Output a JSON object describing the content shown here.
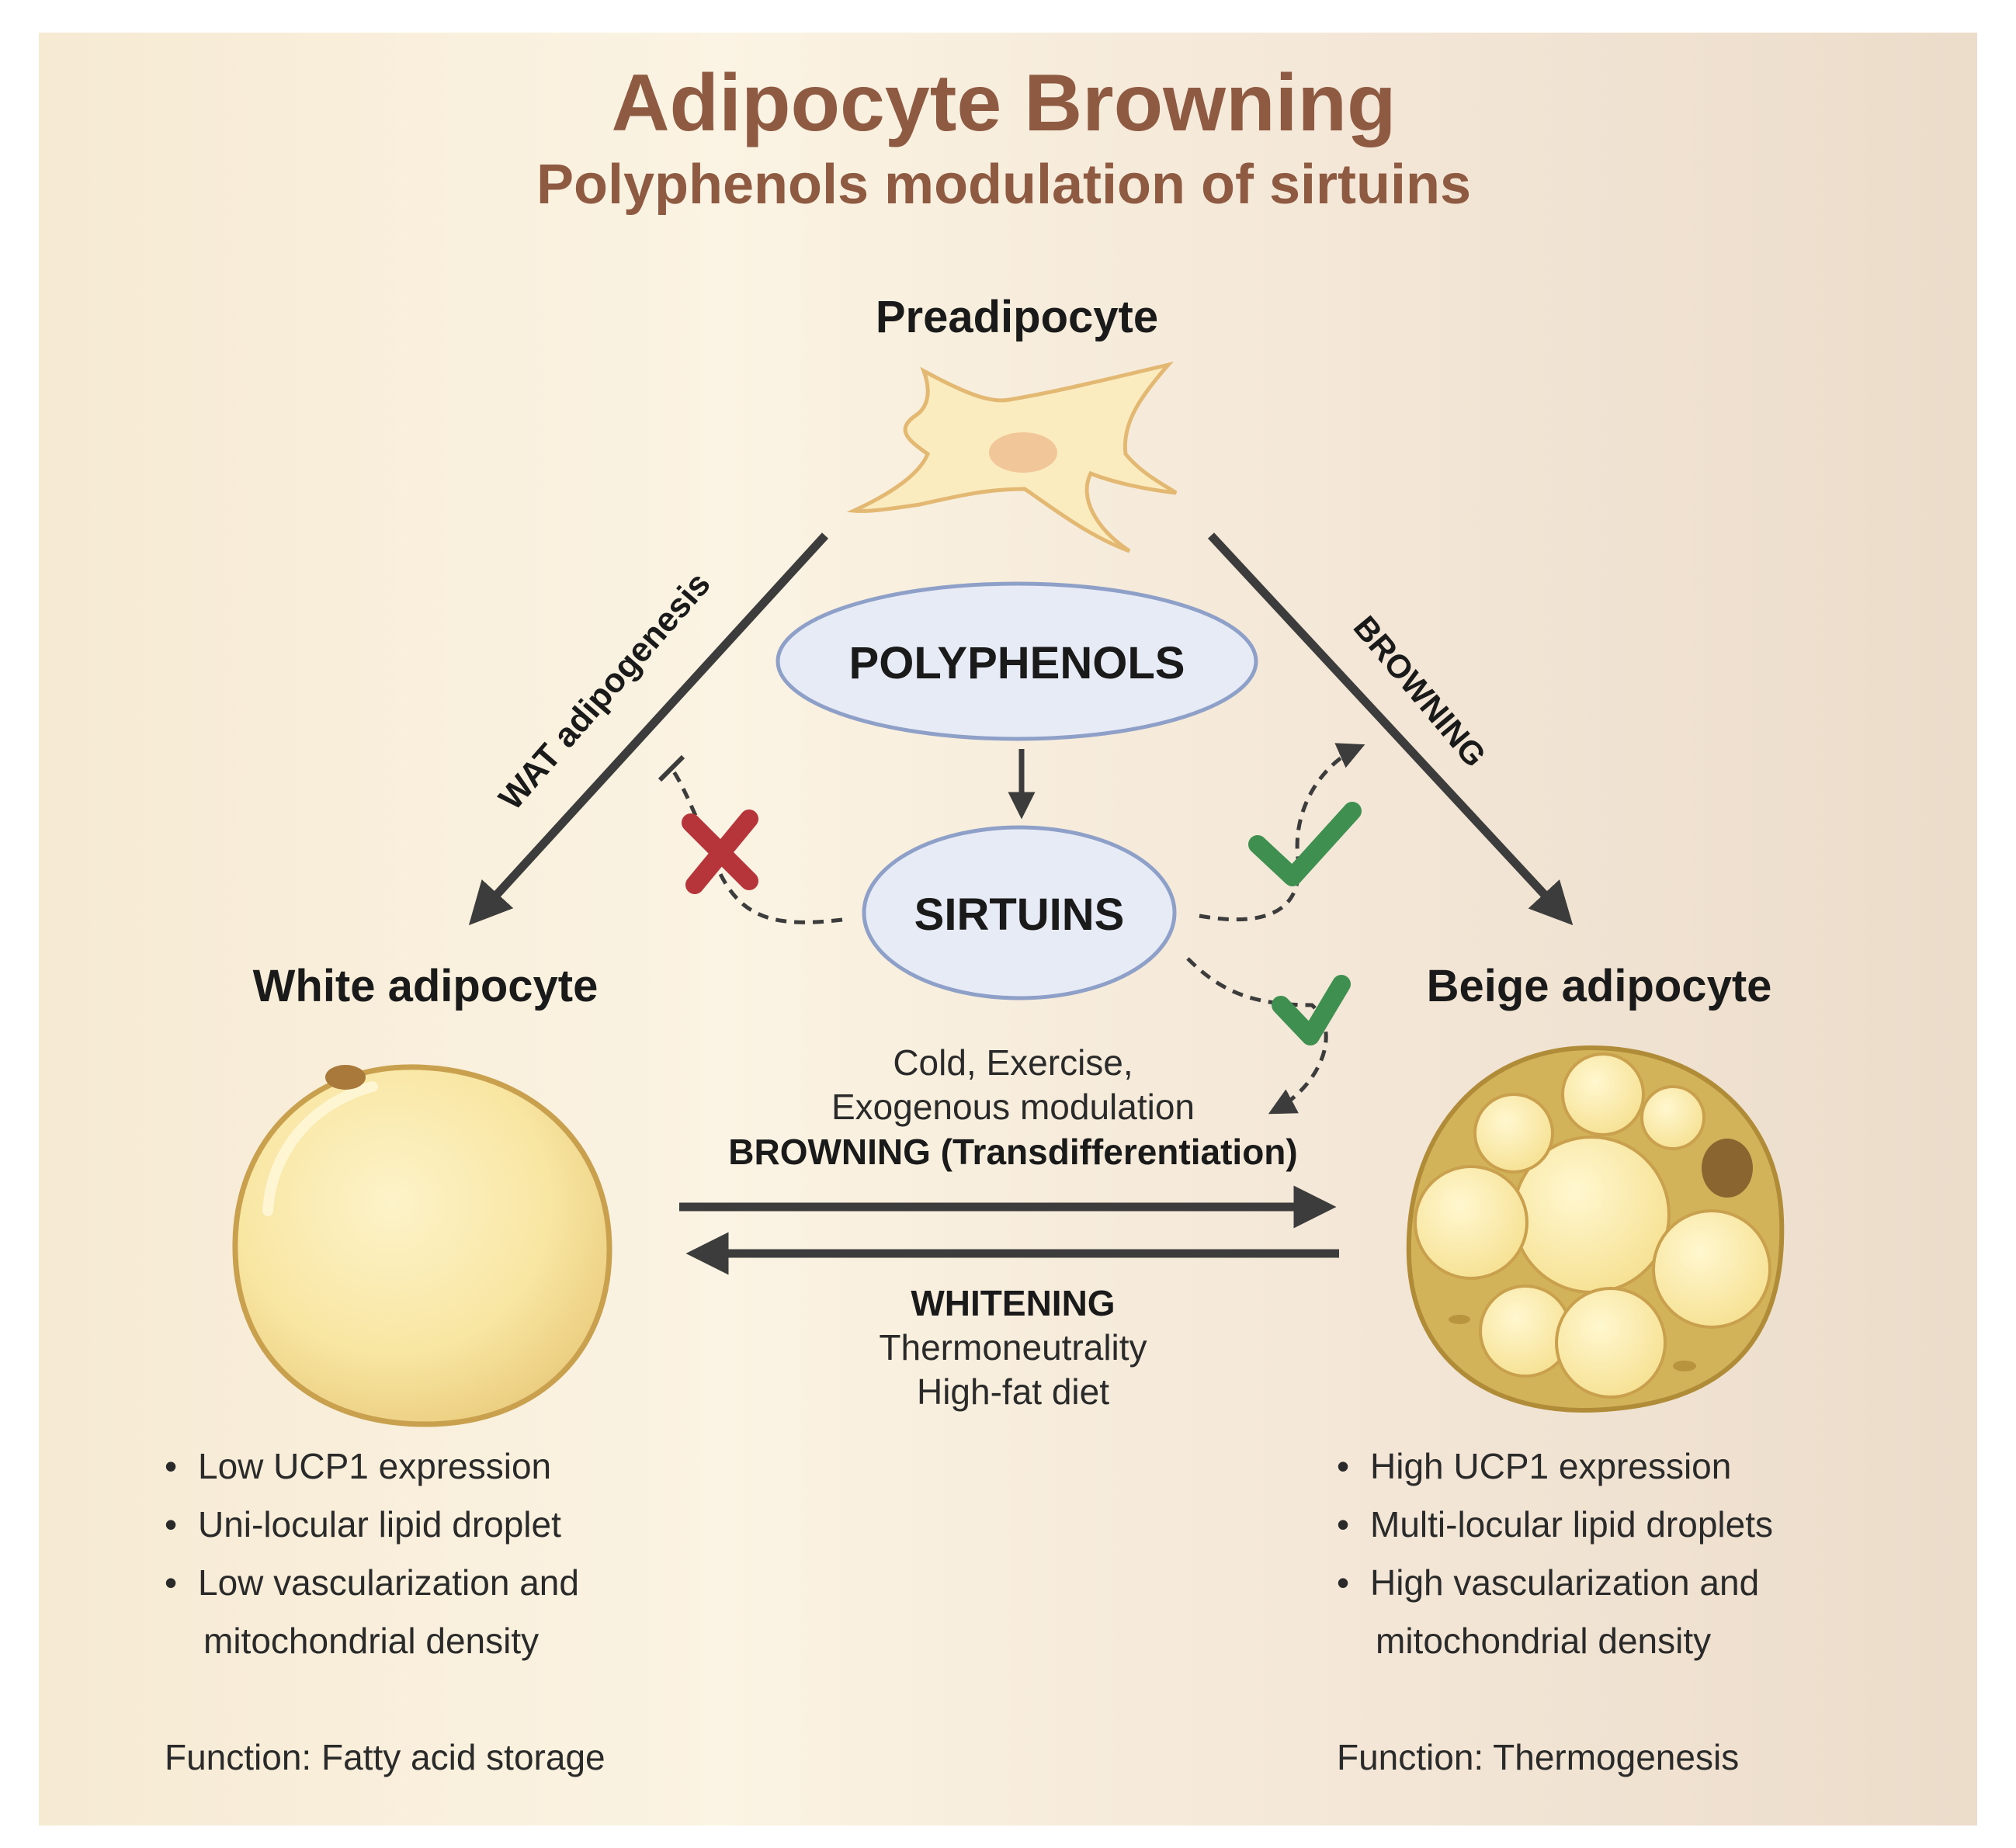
{
  "title": "Adipocyte Browning",
  "subtitle": "Polyphenols modulation of sirtuins",
  "preadipocyte": {
    "label": "Preadipocyte"
  },
  "polyphenols": {
    "label": "POLYPHENOLS"
  },
  "sirtuins": {
    "label": "SIRTUINS"
  },
  "pathway_left": {
    "label": "WAT adipogenesis"
  },
  "pathway_right": {
    "label": "BROWNING"
  },
  "white": {
    "label": "White adipocyte",
    "bullets": [
      "Low UCP1 expression",
      "Uni-locular lipid droplet",
      "Low vascularization and",
      "mitochondrial density"
    ],
    "function": "Function: Fatty acid storage"
  },
  "beige": {
    "label": "Beige adipocyte",
    "bullets": [
      "High UCP1 expression",
      "Multi-locular lipid droplets",
      "High vascularization and",
      "mitochondrial density"
    ],
    "function": "Function: Thermogenesis"
  },
  "browning_center": {
    "line1": "Cold, Exercise,",
    "line2": "Exogenous modulation",
    "line3": "BROWNING (Transdifferentiation)"
  },
  "whitening_center": {
    "line1": "WHITENING",
    "line2": "Thermoneutrality",
    "line3": "High-fat diet"
  },
  "colors": {
    "title": "#8e5a42",
    "arrow": "#3c3c3c",
    "inhibit_mark": "#b5353a",
    "check_mark": "#3f8f50",
    "ellipse_fill": "#e7ebf6",
    "ellipse_stroke": "#8ea0c8",
    "cell_fill": "#f9e8a4",
    "beige_cell": "#d2b35a"
  },
  "icons": {
    "inhibit": "x-icon",
    "activate": "check-icon"
  }
}
